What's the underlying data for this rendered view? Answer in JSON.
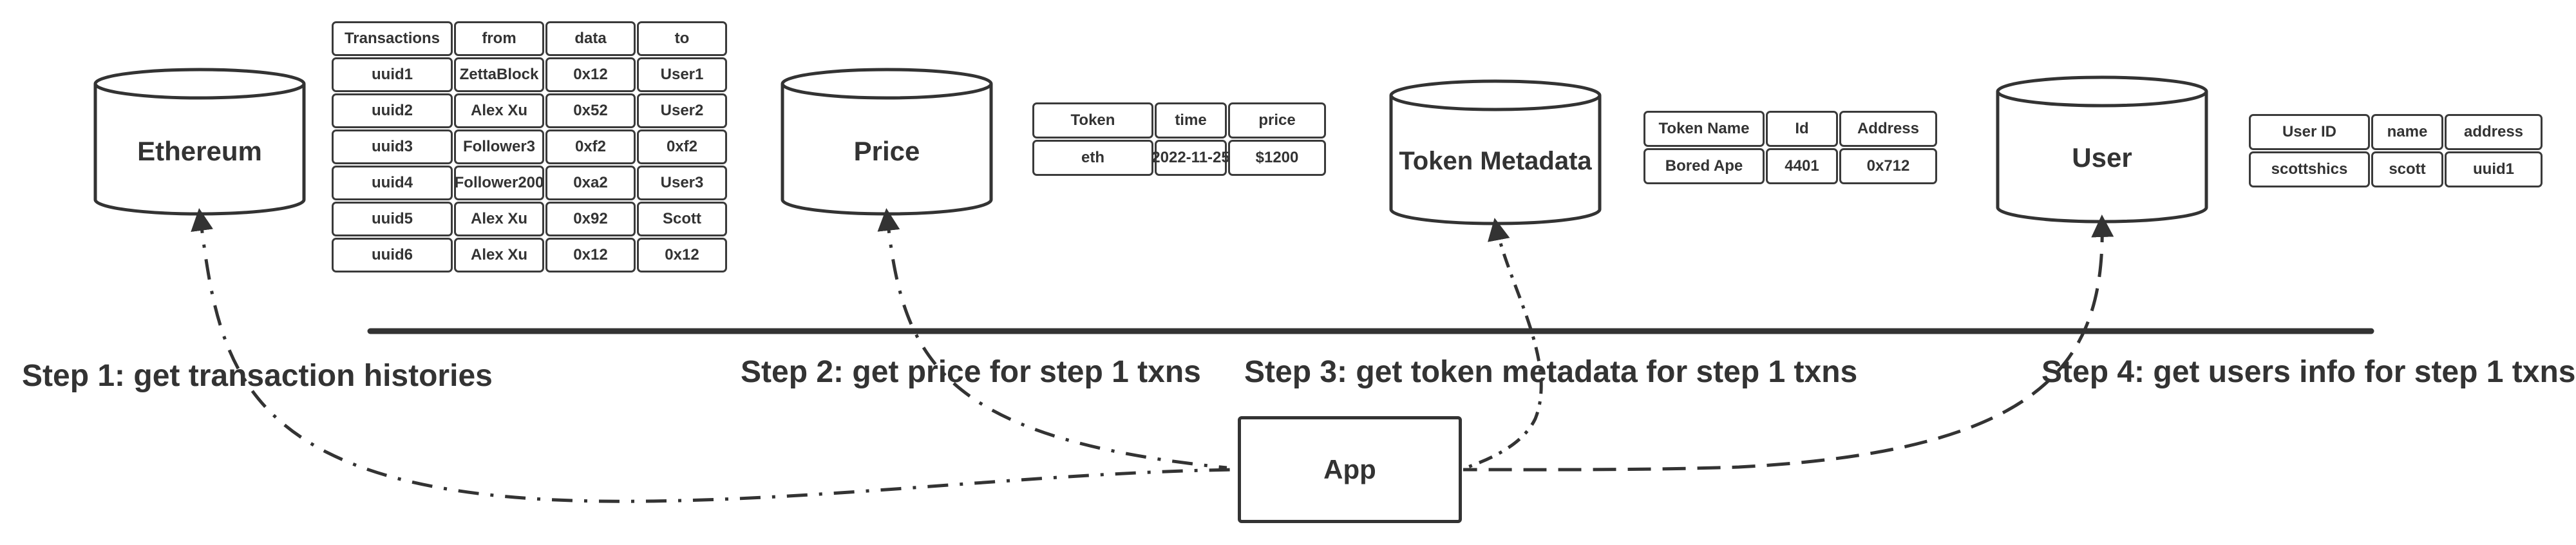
{
  "databases": {
    "ethereum": "Ethereum",
    "price": "Price",
    "token_metadata": "Token Metadata",
    "user": "User"
  },
  "tables": {
    "transactions": {
      "headers": [
        "Transactions",
        "from",
        "data",
        "to"
      ],
      "rows": [
        [
          "uuid1",
          "ZettaBlock",
          "0x12",
          "User1"
        ],
        [
          "uuid2",
          "Alex Xu",
          "0x52",
          "User2"
        ],
        [
          "uuid3",
          "Follower3",
          "0xf2",
          "0xf2"
        ],
        [
          "uuid4",
          "Follower200",
          "0xa2",
          "User3"
        ],
        [
          "uuid5",
          "Alex Xu",
          "0x92",
          "Scott"
        ],
        [
          "uuid6",
          "Alex Xu",
          "0x12",
          "0x12"
        ]
      ]
    },
    "price": {
      "headers": [
        "Token",
        "time",
        "price"
      ],
      "rows": [
        [
          "eth",
          "2022-11-25",
          "$1200"
        ]
      ]
    },
    "token_metadata": {
      "headers": [
        "Token Name",
        "Id",
        "Address"
      ],
      "rows": [
        [
          "Bored Ape",
          "4401",
          "0x712"
        ]
      ]
    },
    "user": {
      "headers": [
        "User ID",
        "name",
        "address"
      ],
      "rows": [
        [
          "scottshics",
          "scott",
          "uuid1"
        ]
      ]
    }
  },
  "steps": {
    "step1": "Step 1: get transaction histories",
    "step2": "Step 2: get price for step 1 txns",
    "step3": "Step 3: get token metadata for step 1 txns",
    "step4": "Step 4: get users info for step 1 txns"
  },
  "app": {
    "label": "App"
  },
  "colors": {
    "stroke": "#333333",
    "text": "#333333",
    "background": "#ffffff"
  }
}
